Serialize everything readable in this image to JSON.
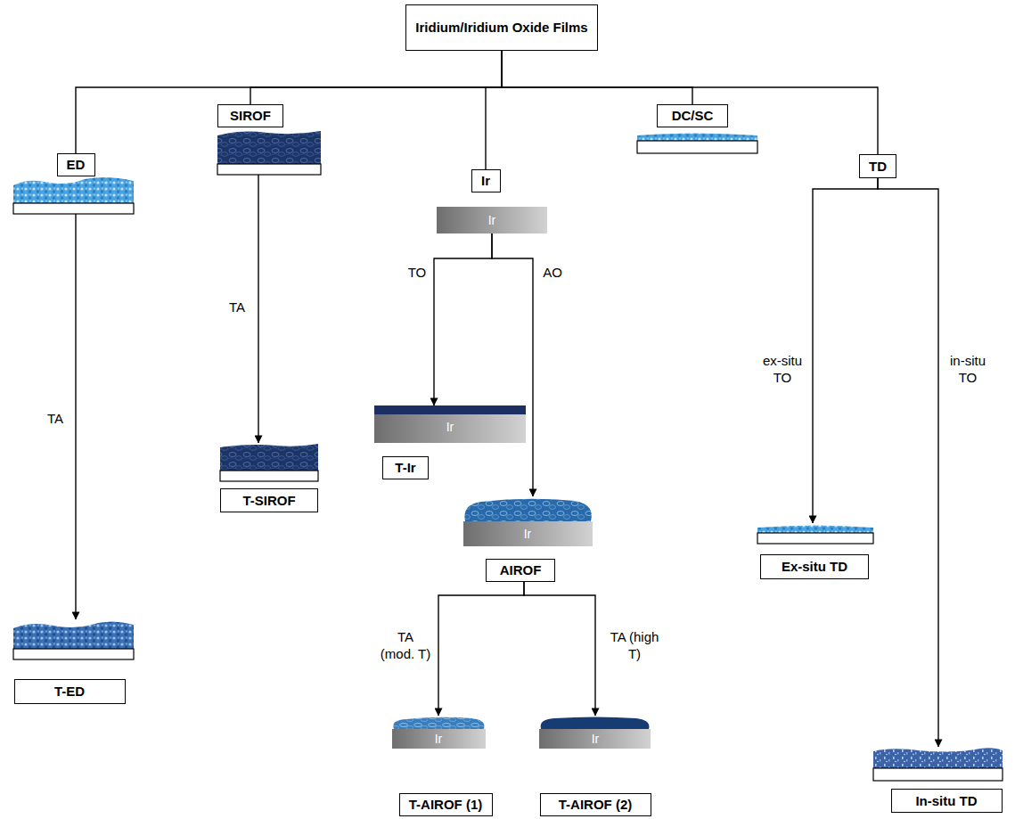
{
  "diagram": {
    "nodes": [
      {
        "text": [
          "Iridium/Iridium Oxide Films"
        ]
      },
      {
        "text": [
          "ED"
        ]
      },
      {
        "text": [
          "SIROF"
        ]
      },
      {
        "text": [
          "Ir"
        ]
      },
      {
        "text": [
          "DC/SC"
        ]
      },
      {
        "text": [
          "TD"
        ]
      },
      {
        "text": [
          "T-Ir"
        ]
      },
      {
        "text": [
          "AIROF"
        ]
      },
      {
        "text": [
          "T-SIROF"
        ]
      },
      {
        "text": [
          "Ex-situ TD"
        ]
      },
      {
        "text": [
          "T-ED"
        ]
      },
      {
        "text": [
          "T-AIROF (1)"
        ]
      },
      {
        "text": [
          "T-AIROF (2)"
        ]
      },
      {
        "text": [
          "In-situ TD"
        ]
      }
    ],
    "edges": [
      {
        "from": 0,
        "to": 1,
        "arrow": "none"
      },
      {
        "from": 0,
        "to": 2,
        "arrow": "none"
      },
      {
        "from": 0,
        "to": 3,
        "arrow": "none"
      },
      {
        "from": 0,
        "to": 4,
        "arrow": "none"
      },
      {
        "from": 0,
        "to": 5,
        "arrow": "none"
      },
      {
        "from": 1,
        "to": 10,
        "label": "TA",
        "arrow": "to"
      },
      {
        "from": 2,
        "to": 8,
        "label": "TA",
        "arrow": "to"
      },
      {
        "from": 3,
        "to": 6,
        "label": "TO",
        "arrow": "to"
      },
      {
        "from": 3,
        "to": 7,
        "label": "AO",
        "arrow": "to"
      },
      {
        "from": 5,
        "to": 9,
        "label": "ex-situ TO",
        "arrow": "to"
      },
      {
        "from": 5,
        "to": 13,
        "label": "in-situ TO",
        "arrow": "to"
      },
      {
        "from": 7,
        "to": 11,
        "label": "TA (mod. T)",
        "arrow": "to"
      },
      {
        "from": 7,
        "to": 12,
        "label": "TA (high T)",
        "arrow": "to"
      }
    ],
    "labels": [
      "Ir",
      "Ir",
      "Ir",
      "Ir",
      "Ir"
    ]
  }
}
